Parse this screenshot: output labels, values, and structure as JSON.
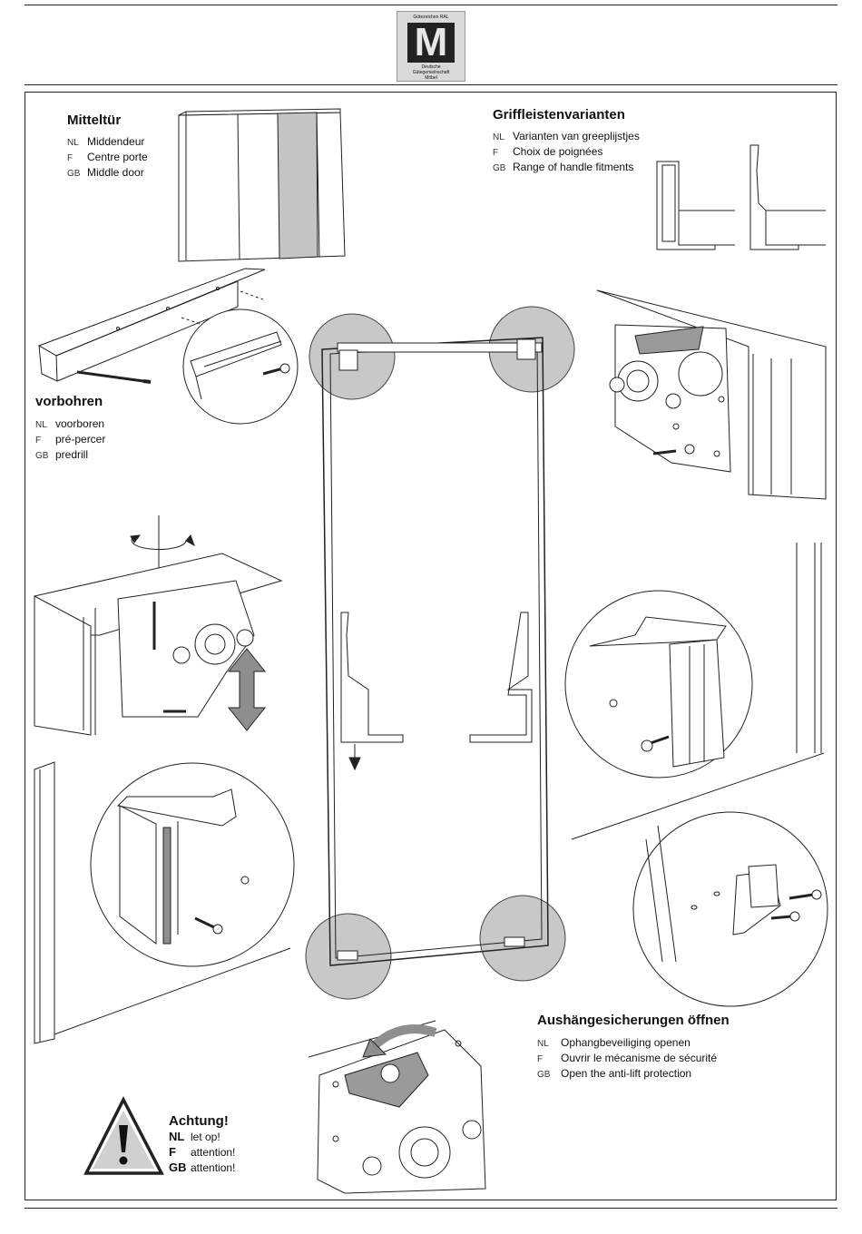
{
  "logo": {
    "text_top": "Gütezeichen RAL",
    "letter": "M",
    "text_bottom_1": "Deutsche",
    "text_bottom_2": "Gütegemeinschaft",
    "text_bottom_3": "Möbel"
  },
  "sections": {
    "mitteltuer": {
      "title": "Mitteltür",
      "rows": [
        {
          "code": "NL",
          "text": "Middendeur"
        },
        {
          "code": "F",
          "text": "Centre porte"
        },
        {
          "code": "GB",
          "text": "Middle door"
        }
      ]
    },
    "griffleisten": {
      "title": "Griffleistenvarianten",
      "rows": [
        {
          "code": "NL",
          "text": "Varianten van greeplijstjes"
        },
        {
          "code": "F",
          "text": "Choix de poignées"
        },
        {
          "code": "GB",
          "text": "Range of handle fitments"
        }
      ]
    },
    "vorbohren": {
      "title": "vorbohren",
      "rows": [
        {
          "code": "NL",
          "text": "voorboren"
        },
        {
          "code": "F",
          "text": "pré-percer"
        },
        {
          "code": "GB",
          "text": "predrill"
        }
      ]
    },
    "aushaenge": {
      "title": "Aushängesicherungen öffnen",
      "rows": [
        {
          "code": "NL",
          "text": "Ophangbeveiliging openen"
        },
        {
          "code": "F",
          "text": "Ouvrir le mécanisme de sécurité"
        },
        {
          "code": "GB",
          "text": "Open the anti-lift protection"
        }
      ]
    },
    "achtung": {
      "title": "Achtung!",
      "rows": [
        {
          "code": "NL",
          "text": "let op!"
        },
        {
          "code": "F",
          "text": "attention!"
        },
        {
          "code": "GB",
          "text": "attention!"
        }
      ]
    }
  },
  "colors": {
    "line": "#222222",
    "highlight_circle": "#c8c8c8",
    "shaded_panel": "#c4c4c4",
    "logo_bg": "#d9d9d9"
  }
}
